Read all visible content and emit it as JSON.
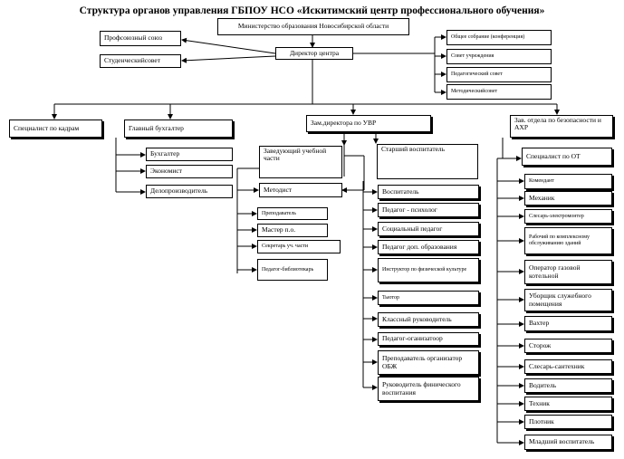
{
  "title": "Структура органов управления ГБПОУ НСО «Искитимский центр профессионального обучения»",
  "nodes": {
    "ministry": "Министерство образования Новосибирской области",
    "director": "Директор центра",
    "trade_union": "Профсоюзный союз",
    "student_council": "Студенческийсовет",
    "general_meeting": "Общее собрание (конференция)",
    "council": "Совет учреждения",
    "ped_council": "Педагогический совет",
    "method_council": "Методическийсовет",
    "hr_specialist": "Специалист по кадрам",
    "chief_accountant": "Главный бухгалтер",
    "deputy_uvr": "Зам.директора по УВР",
    "deputy_safety": "Зав. отдела по безопасности и АХР",
    "accountant": "Бухгалтер",
    "economist": "Экономист",
    "clerk": "Делопроизводитель",
    "head_edu": "Заведующий учебной части",
    "methodist": "Методист",
    "teacher": "Преподаватель",
    "master": "Мастер п.о.",
    "secretary": "Секретарь уч. части",
    "librarian": "Педагог-библиотекарь",
    "senior_educator": "Старший воспитатель",
    "educator": "Воспитатель",
    "psychologist": "Педагог - психолог",
    "social_ped": "Социальный педагог",
    "extra_ed": "Педагог доп. образования",
    "pe_instructor": "Инструктор по физической культуре",
    "tutor": "Тьютор",
    "class_teacher": "Классный руководитель",
    "organizer": "Педагог-оганизатоор",
    "obzh": "Преподаватель организатор ОБЖ",
    "pe_head": "Руководитель финического воспитания",
    "ot_specialist": "Специалист по ОТ",
    "commandant": "Комендант",
    "mechanic": "Механик",
    "locksmith_el": "Слесарь-электромонтер",
    "maintenance": "Рабочий по комплексному обслуживанию зданий",
    "gas_operator": "Оператор газовой котельной",
    "cleaner": "Уборщик служебного помещения",
    "watchman": "Вахтер",
    "guard": "Сторож",
    "plumber": "Слесарь-сантехник",
    "driver": "Водитель",
    "technician": "Техник",
    "carpenter": "Плотник",
    "junior_educator": "Младший воспитатель"
  }
}
